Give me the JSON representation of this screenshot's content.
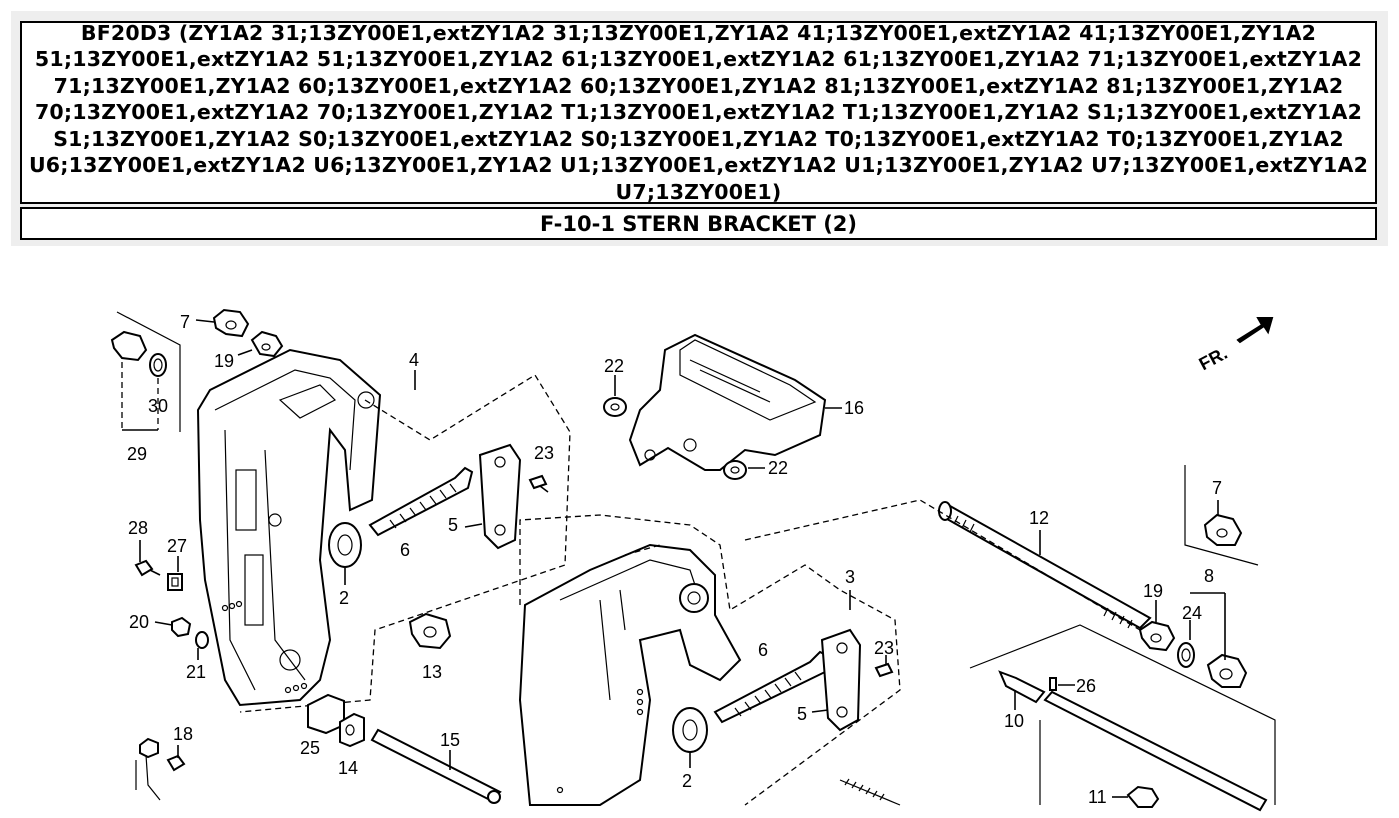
{
  "header": {
    "title": "BF20D3 (ZY1A2 31;13ZY00E1,extZY1A2 31;13ZY00E1,ZY1A2 41;13ZY00E1,extZY1A2 41;13ZY00E1,ZY1A2 51;13ZY00E1,extZY1A2 51;13ZY00E1,ZY1A2 61;13ZY00E1,extZY1A2 61;13ZY00E1,ZY1A2 71;13ZY00E1,extZY1A2 71;13ZY00E1,ZY1A2 60;13ZY00E1,extZY1A2 60;13ZY00E1,ZY1A2 81;13ZY00E1,extZY1A2 81;13ZY00E1,ZY1A2 70;13ZY00E1,extZY1A2 70;13ZY00E1,ZY1A2 T1;13ZY00E1,extZY1A2 T1;13ZY00E1,ZY1A2 S1;13ZY00E1,extZY1A2 S1;13ZY00E1,ZY1A2 S0;13ZY00E1,extZY1A2 S0;13ZY00E1,ZY1A2 T0;13ZY00E1,extZY1A2 T0;13ZY00E1,ZY1A2 U6;13ZY00E1,extZY1A2 U6;13ZY00E1,ZY1A2 U1;13ZY00E1,extZY1A2 U1;13ZY00E1,ZY1A2 U7;13ZY00E1,extZY1A2 U7;13ZY00E1)",
    "section": "F-10-1 STERN BRACKET (2)"
  },
  "diagram": {
    "direction_label": "FR.",
    "callouts": [
      "7",
      "19",
      "30",
      "29",
      "4",
      "22",
      "16",
      "22",
      "23",
      "5",
      "6",
      "2",
      "28",
      "27",
      "20",
      "21",
      "13",
      "25",
      "14",
      "18",
      "15",
      "12",
      "7",
      "19",
      "24",
      "8",
      "3",
      "6",
      "23",
      "5",
      "2",
      "26",
      "10",
      "11"
    ]
  }
}
